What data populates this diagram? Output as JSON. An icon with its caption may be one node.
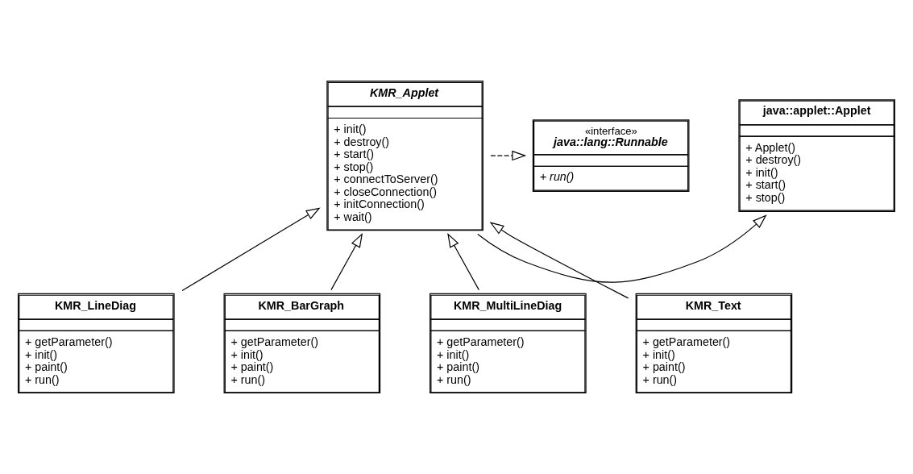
{
  "diagram": {
    "nodes": [
      {
        "text": [
          "java::applet::Applet",
          "+ Applet()",
          "+ destroy()",
          "+ init()",
          "+ start()",
          "+ stop()"
        ]
      },
      {
        "text": [
          "KMR_Applet",
          "+ init()",
          "+ destroy()",
          "+ start()",
          "+ stop()",
          "+ connectToServer()",
          "+ closeConnection()",
          "+ initConnection()",
          "+ wait()"
        ]
      },
      {
        "text": [
          "«interface»",
          "java::lang::Runnable",
          "+ run()"
        ]
      },
      {
        "text": [
          "KMR_LineDiag",
          "+ getParameter()",
          "+ init()",
          "+ paint()",
          "+ run()"
        ]
      },
      {
        "text": [
          "KMR_BarGraph",
          "+ getParameter()",
          "+ init()",
          "+ paint()",
          "+ run()"
        ]
      },
      {
        "text": [
          "KMR_MultiLineDiag",
          "+ getParameter()",
          "+ init()",
          "+ paint()",
          "+ run()"
        ]
      },
      {
        "text": [
          "KMR_Text",
          "+ getParameter()",
          "+ init()",
          "+ paint()",
          "+ run()"
        ]
      }
    ],
    "edges": [
      {
        "from": 1,
        "to": 0,
        "arrow": "to"
      },
      {
        "from": 1,
        "to": 2,
        "arrow": "to",
        "style": "dashed"
      },
      {
        "from": 3,
        "to": 1,
        "arrow": "to"
      },
      {
        "from": 4,
        "to": 1,
        "arrow": "to"
      },
      {
        "from": 5,
        "to": 1,
        "arrow": "to"
      },
      {
        "from": 6,
        "to": 1,
        "arrow": "to"
      }
    ]
  }
}
